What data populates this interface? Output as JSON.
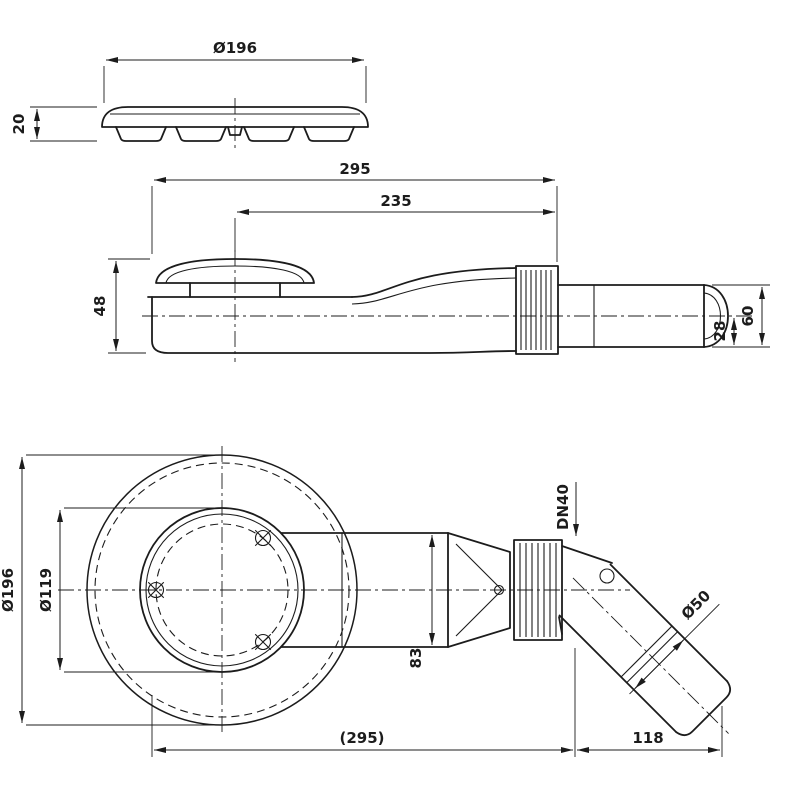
{
  "colors": {
    "line": "#1c1c1c",
    "background": "#ffffff"
  },
  "dimensions": {
    "top_view": {
      "flange_diameter": "Ø196",
      "cover_height": "20"
    },
    "side_view": {
      "overall_length": "295",
      "outlet_length": "235",
      "trap_height": "48",
      "outlet_height": "60",
      "outlet_bottom_offset": "28"
    },
    "plan_view": {
      "flange_diameter": "Ø196",
      "inner_diameter": "Ø119",
      "thread_size": "DN40",
      "pipe_diameter": "Ø50",
      "body_width": "83",
      "overall_length": "(295)",
      "outlet_extension": "118"
    }
  }
}
